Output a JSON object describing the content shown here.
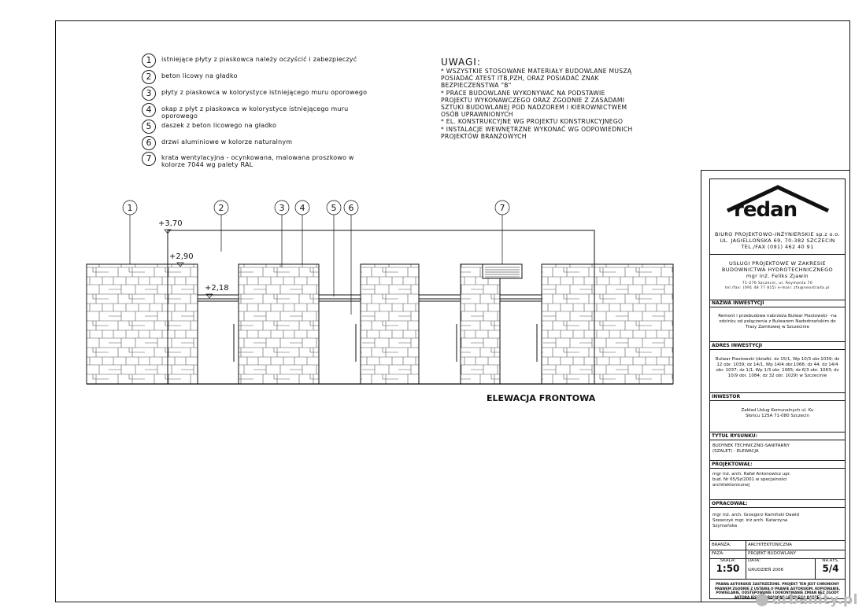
{
  "legend": [
    {
      "num": "1",
      "text": "istniejące płyty z piaskowca należy oczyścić i zabezpieczyć"
    },
    {
      "num": "2",
      "text": "beton licowy na gładko"
    },
    {
      "num": "3",
      "text": "płyty z piaskowca w kolorystyce istniejącego muru oporowego"
    },
    {
      "num": "4",
      "text": "okap z płyt z piaskowca w kolorystyce istniejącego muru oporowego"
    },
    {
      "num": "5",
      "text": "daszek z beton licowego na gładko"
    },
    {
      "num": "6",
      "text": "drzwi aluminiowe w kolorze naturalnym"
    },
    {
      "num": "7",
      "text": "krata wentylacyjna - ocynkowana, malowana proszkowo w kolorze 7044 wg palety RAL"
    }
  ],
  "uwagi": {
    "title": "UWAGI:",
    "notes": [
      "* WSZYSTKIE STOSOWANE MATERIAŁY BUDOWLANE MUSZĄ\nPOSIADAĆ ATEST ITB,PZH, ORAZ POSIADAĆ ZNAK\nBEZPIECZEŃSTWA \"B\"",
      "* PRACE BUDOWLANE WYKONYWAĆ NA PODSTAWIE\nPROJEKTU WYKONAWCZEGO ORAZ ZGODNIE Z ZASADAMI\nSZTUKI BUDOWLANEJ POD NADZOREM I KIEROWNICTWEM\nOSÓB UPRAWNIONYCH",
      "* EL. KONSTRUKCYJNE WG PROJEKTU KONSTRUKCYJNEGO",
      "* INSTALACJE WEWNĘTRZNE WYKONAĆ WG ODPOWIEDNICH\nPROJEKTÓW BRANŻOWYCH"
    ]
  },
  "elevation": {
    "levels": [
      "+3,70",
      "+2,90",
      "+2,18"
    ],
    "title": "ELEWACJA FRONTOWA",
    "markers": [
      "1",
      "2",
      "3",
      "4",
      "5",
      "6",
      "7"
    ]
  },
  "title_block": {
    "logo": "redan",
    "company": [
      "BIURO PROJEKTOWO-INŻYNIERSKIE sp.z o.o.",
      "UL. JAGIELLOŃSKA 69, 70-382 SZCZECIN",
      "TEL./FAX (091) 462 40 91"
    ],
    "services": [
      "USŁUGI PROJEKTOWE W ZAKRESIE",
      "BUDOWNICTWA HYDROTECHNICZNEGO",
      "mgr inż. Feliks Zjawin"
    ],
    "services_small": [
      "71-276 Szczecin, ul. Reymonta 70",
      "tel./fax: (091 48 77 815)        e-mail: zfx@neostrada.pl"
    ],
    "h_investment": "NAZWA INWESTYCJI",
    "investment": "Remont i przebudowa nabrzeża Bulwar Piastowski- -na odcinku od połączenia z Bulwarem Nadodrzańskim do Trasy Zamkowej w Szczecinie",
    "h_address": "ADRES INWESTYCJI",
    "address": "Bulwar Piastowski (działki: dz 15/1, Wp 10/3 obr.1039; dz 12 obr. 1039; dz 14/1, Wp 14/4 obr.1066; dz 44, dz 14/4 obr. 1037; dz 1/1, Wp 1/3 obr. 1065; dz 6/3 obr. 1063; dz 10/9 obr. 1084; dz 32 obr. 1029) w Szczecinie",
    "h_investor": "INWESTOR",
    "investor": "Zakład Usług Komunalnych ul. Ku Słońcu 125A 71-080 Szczecin",
    "h_title": "TYTUŁ RYSUNKU:",
    "drawing_title": "BUDYNEK TECHNICZNO-SANITARNY (SZALET) - ELEWACJA",
    "h_designer": "PROJEKTOWAŁ:",
    "designer": "mgr inż. arch. Rafał Antonowicz upr. bud. Nr 65/Sz/2001 w specjalności architektonicznej",
    "h_prepared": "OPRACOWAŁ:",
    "prepared": "mgr inż. arch. Grzegorz Kamiński Dawid Szewczyk mgr. inż arch. Katarzyna Szymańska",
    "branza_label": "BRANŻA:",
    "branza": "ARCHITEKTONICZNA",
    "faza_label": "FAZA:",
    "faza": "PROJEKT BUDOWLANY",
    "skala_label": "SKALA:",
    "skala": "1:50",
    "data_label": "DATA:",
    "data": "GRUDZIEŃ 2006",
    "nr_label": "NR.RYS.",
    "nr": "5/4",
    "rights": "PRAWA AUTORSKIE ZASTRZEŻONE. PROJEKT TEN JEST CHRONIONY PRAWEM ZGODNIE Z USTAWĄ O PRAWIE AUTORSKIM. KOPIOWANIE, POWIELANIE, ODSTĘPOWANIE I DOKONYWANIE ZMIAN BEZ ZGODY AUTORA JEST ZABRONIONE I PODLEGA KARZE."
  },
  "watermark": "urbanity.pl"
}
